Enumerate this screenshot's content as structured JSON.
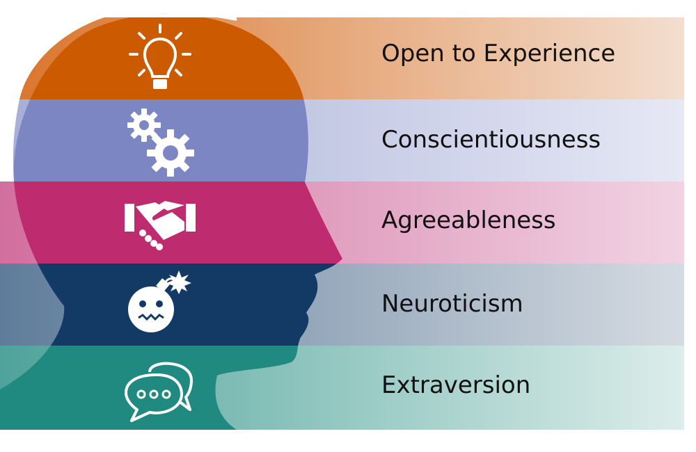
{
  "diagram": {
    "traits": [
      {
        "label": "Open to Experience",
        "icon": "lightbulb-icon",
        "color": "#CC5A00",
        "fade_color": "#F3DECF"
      },
      {
        "label": "Conscientiousness",
        "icon": "gears-icon",
        "color": "#7B86C2",
        "fade_color": "#E6E8F5"
      },
      {
        "label": "Agreeableness",
        "icon": "handshake-icon",
        "color": "#BE2B6F",
        "fade_color": "#F1D3E3"
      },
      {
        "label": "Neuroticism",
        "icon": "bomb-face-icon",
        "color": "#123A64",
        "fade_color": "#D5DBE2"
      },
      {
        "label": "Extraversion",
        "icon": "chat-bubbles-icon",
        "color": "#218A80",
        "fade_color": "#DCEDEA"
      }
    ]
  }
}
